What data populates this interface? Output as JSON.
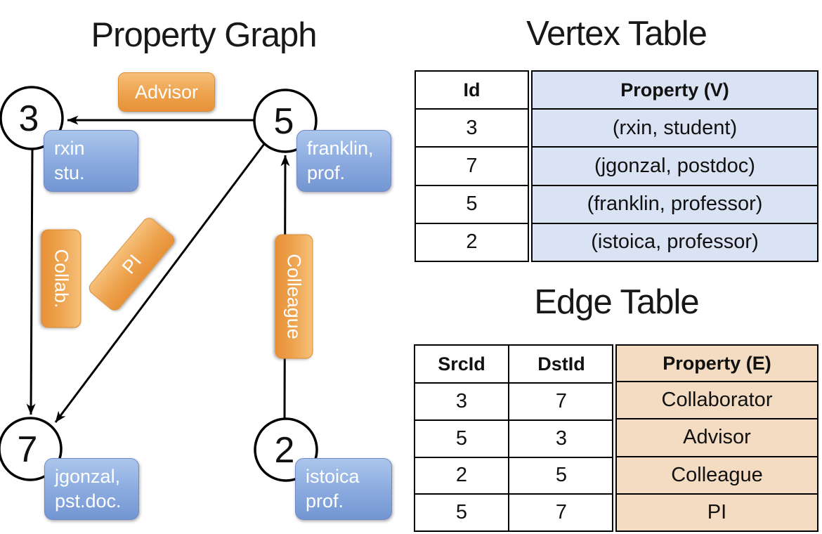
{
  "graph": {
    "title": "Property Graph",
    "nodes": [
      {
        "id": "3",
        "attr_line1": "rxin",
        "attr_line2": "stu."
      },
      {
        "id": "5",
        "attr_line1": "franklin,",
        "attr_line2": "prof."
      },
      {
        "id": "7",
        "attr_line1": "jgonzal,",
        "attr_line2": "pst.doc."
      },
      {
        "id": "2",
        "attr_line1": "istoica",
        "attr_line2": "prof."
      }
    ],
    "edge_labels": {
      "advisor": "Advisor",
      "collab": "Collab.",
      "pi": "PI",
      "colleague": "Colleague"
    }
  },
  "vertex_table": {
    "title": "Vertex Table",
    "headers": {
      "id": "Id",
      "property": "Property (V)"
    },
    "rows": [
      {
        "id": "3",
        "property": "(rxin, student)"
      },
      {
        "id": "7",
        "property": "(jgonzal, postdoc)"
      },
      {
        "id": "5",
        "property": "(franklin, professor)"
      },
      {
        "id": "2",
        "property": "(istoica, professor)"
      }
    ]
  },
  "edge_table": {
    "title": "Edge Table",
    "headers": {
      "src": "SrcId",
      "dst": "DstId",
      "property": "Property (E)"
    },
    "rows": [
      {
        "src": "3",
        "dst": "7",
        "property": "Collaborator"
      },
      {
        "src": "5",
        "dst": "3",
        "property": "Advisor"
      },
      {
        "src": "2",
        "dst": "5",
        "property": "Colleague"
      },
      {
        "src": "5",
        "dst": "7",
        "property": "PI"
      }
    ]
  },
  "colors": {
    "edge_label_orange": "#EFA24D",
    "vertex_label_blue": "#89A9DE",
    "vertex_property_cell_bg": "#DAE3F3",
    "edge_property_cell_bg": "#F3DCC2",
    "line_black": "#000000"
  }
}
